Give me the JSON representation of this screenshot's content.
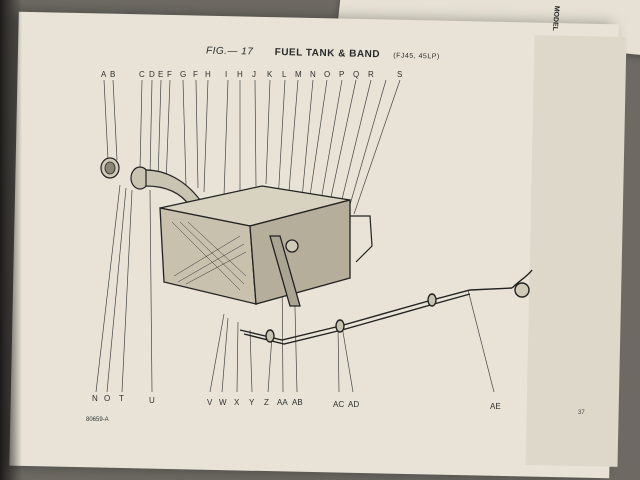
{
  "figure": {
    "fig_label": "FIG.— 17",
    "title": "FUEL TANK & BAND",
    "subtitle": "(FJ45, 45LP)"
  },
  "top_labels": [
    "A",
    "B",
    "C",
    "D",
    "E",
    "F",
    "G",
    "F",
    "H",
    "I",
    "H",
    "J",
    "K",
    "L",
    "M",
    "N",
    "O",
    "P",
    "Q",
    "R",
    "S"
  ],
  "bottom_labels": [
    "N",
    "O",
    "T",
    "U",
    "V",
    "W",
    "X",
    "Y",
    "Z",
    "AA",
    "AB",
    "AC",
    "AD",
    "AE"
  ],
  "code": "80659-A",
  "page_number": "37",
  "header_fragment": "MODEL"
}
